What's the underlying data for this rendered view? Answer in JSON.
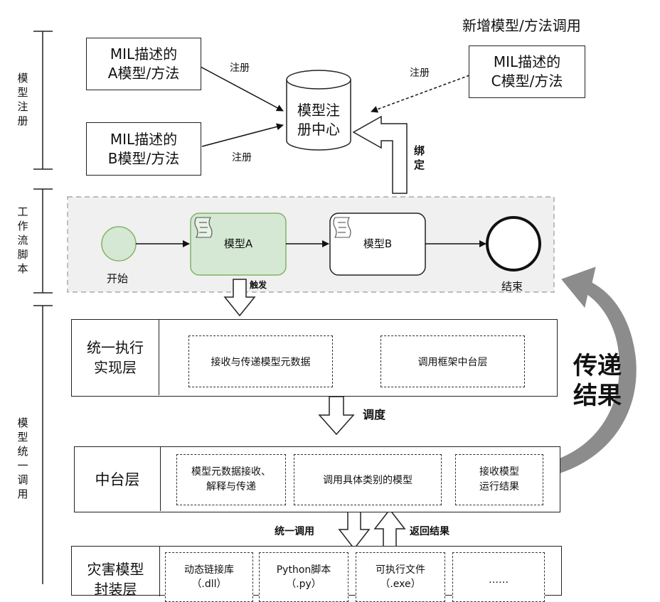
{
  "side_labels": {
    "model_register": "模\n型\n注\n册",
    "workflow_script": "工\n作\n流\n脚\n本",
    "model_unified_call": "模\n型\n统\n一\n调\n用"
  },
  "registration": {
    "model_a": "MIL描述的\nA模型/方法",
    "model_b": "MIL描述的\nB模型/方法",
    "model_c": "MIL描述的\nC模型/方法",
    "new_call_label": "新增模型/方法调用",
    "register_a": "注册",
    "register_b": "注册",
    "register_c": "注册",
    "center": "模型注\n册中心",
    "bind": "绑\n定"
  },
  "workflow": {
    "start": "开始",
    "model_a": "模型A",
    "model_b": "模型B",
    "end": "结束",
    "trigger": "触发"
  },
  "exec_layer": {
    "title": "统一执行\n实现层",
    "item1": "接收与传递模型元数据",
    "item2": "调用框架中台层"
  },
  "schedule_label": "调度",
  "middle_layer": {
    "title": "中台层",
    "item1": "模型元数据接收、\n解释与传递",
    "item2": "调用具体类别的模型",
    "item3": "接收模型\n运行结果"
  },
  "unified_call_label": "统一调用",
  "return_result_label": "返回结果",
  "pass_result_label": "传递\n结果",
  "encap_layer": {
    "title": "灾害模型\n封装层",
    "item1": "动态链接库\n（.dll）",
    "item2": "Python脚本\n（.py）",
    "item3": "可执行文件\n（.exe）",
    "item4": "……"
  }
}
